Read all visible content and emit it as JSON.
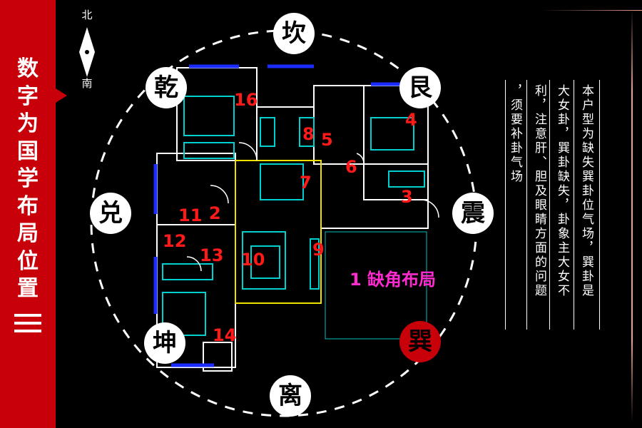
{
  "sidebar": {
    "title": "数字为国学布局位置",
    "colors": {
      "background": "#c8000a"
    }
  },
  "compass": {
    "north": "北",
    "south": "南"
  },
  "trigrams": [
    {
      "id": "kan",
      "label": "坎"
    },
    {
      "id": "gen",
      "label": "艮"
    },
    {
      "id": "zhen",
      "label": "震"
    },
    {
      "id": "xun",
      "label": "巽",
      "highlight": true
    },
    {
      "id": "li",
      "label": "离"
    },
    {
      "id": "kun",
      "label": "坤"
    },
    {
      "id": "dui",
      "label": "兑"
    },
    {
      "id": "qian",
      "label": "乾"
    }
  ],
  "rooms": [
    "2",
    "3",
    "4",
    "5",
    "6",
    "7",
    "8",
    "9",
    "10",
    "11",
    "12",
    "13",
    "14",
    "16"
  ],
  "missing_label": "1 缺角布局",
  "description": [
    "本户型为缺失巽卦位气场，巽卦是",
    "大女卦，巽卦缺失，卦象主大女不",
    "利，注意肝、胆及眼睛方面的问题",
    "，须要补卦气场"
  ],
  "colors": {
    "accent_red": "#c8000a",
    "room_number": "#ff1a1a",
    "missing": "#ff2bd0"
  }
}
